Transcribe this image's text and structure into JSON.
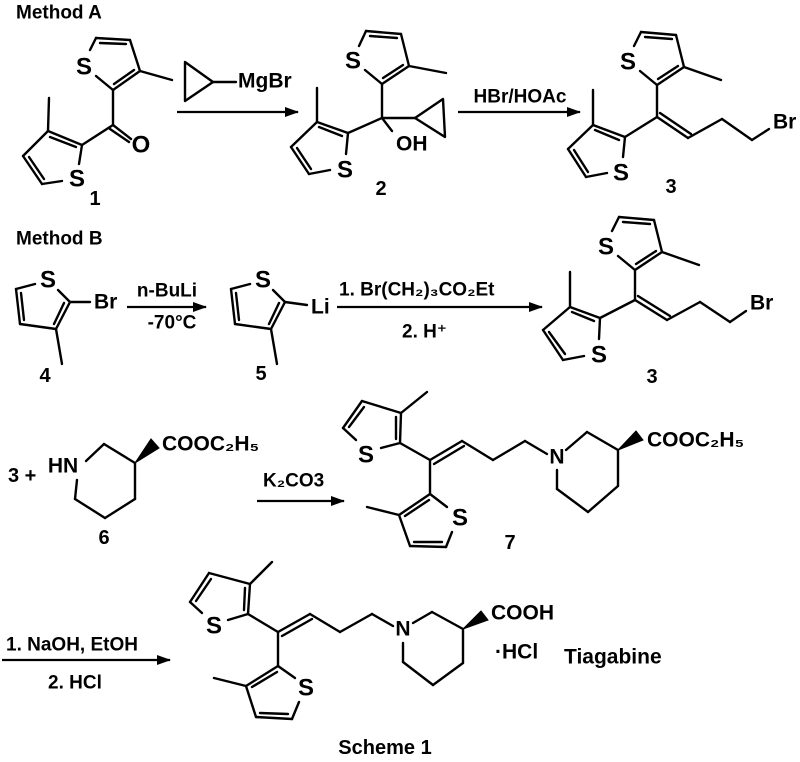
{
  "headings": {
    "method_a": "Method A",
    "method_b": "Method B",
    "scheme_title": "Scheme 1"
  },
  "labels": {
    "plus_3": "3 +",
    "tiagabine": "Tiagabine"
  },
  "compound_numbers": {
    "c1": "1",
    "c2": "2",
    "c3": "3",
    "c4": "4",
    "c5": "5",
    "c6": "6",
    "c7": "7"
  },
  "atoms": {
    "s": "S",
    "o": "O",
    "oh": "OH",
    "br": "Br",
    "li": "Li",
    "hn": "HN",
    "n": "N",
    "mgbr": "MgBr",
    "ester": "COOC₂H₅",
    "acid": "COOH",
    "hcl_salt": "·HCl"
  },
  "conditions": {
    "hbr_hoac": "HBr/HOAc",
    "n_buli": "n-BuLi",
    "temp": "-70°C",
    "alkylation_1": "1. Br(CH₂)₃CO₂Et",
    "alkylation_2": "2. H⁺",
    "k2co3": "K₂CO3",
    "hydrolysis_1": "1. NaOH, EtOH",
    "hydrolysis_2": "2. HCl"
  }
}
